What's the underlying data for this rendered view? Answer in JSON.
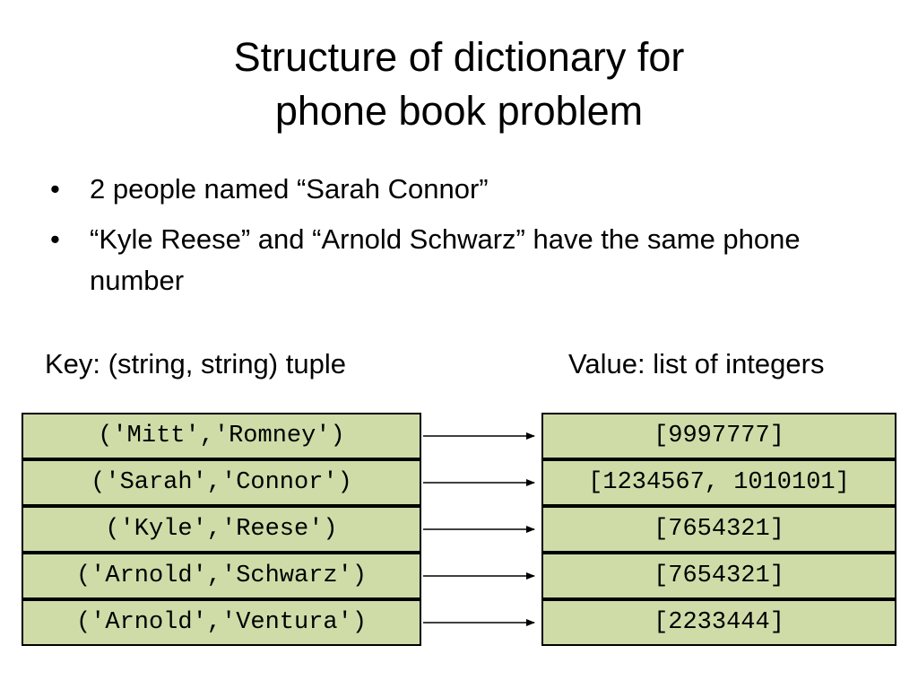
{
  "slide": {
    "title_line1": "Structure of dictionary for",
    "title_line2": "phone book problem",
    "bullets": [
      "2 people named “Sarah Connor”",
      "“Kyle Reese” and “Arnold Schwarz” have the same phone number"
    ],
    "bullet_symbol": "•",
    "key_label": "Key: (string, string) tuple",
    "value_label": "Value: list of integers"
  },
  "entries": [
    {
      "key": "('Mitt','Romney')",
      "value": "[9997777]"
    },
    {
      "key": "('Sarah','Connor')",
      "value": "[1234567, 1010101]"
    },
    {
      "key": "('Kyle','Reese')",
      "value": "[7654321]"
    },
    {
      "key": "('Arnold','Schwarz')",
      "value": "[7654321]"
    },
    {
      "key": "('Arnold','Ventura')",
      "value": "[2233444]"
    }
  ],
  "colors": {
    "cell_fill": "#cfdca8",
    "border": "#000000"
  }
}
